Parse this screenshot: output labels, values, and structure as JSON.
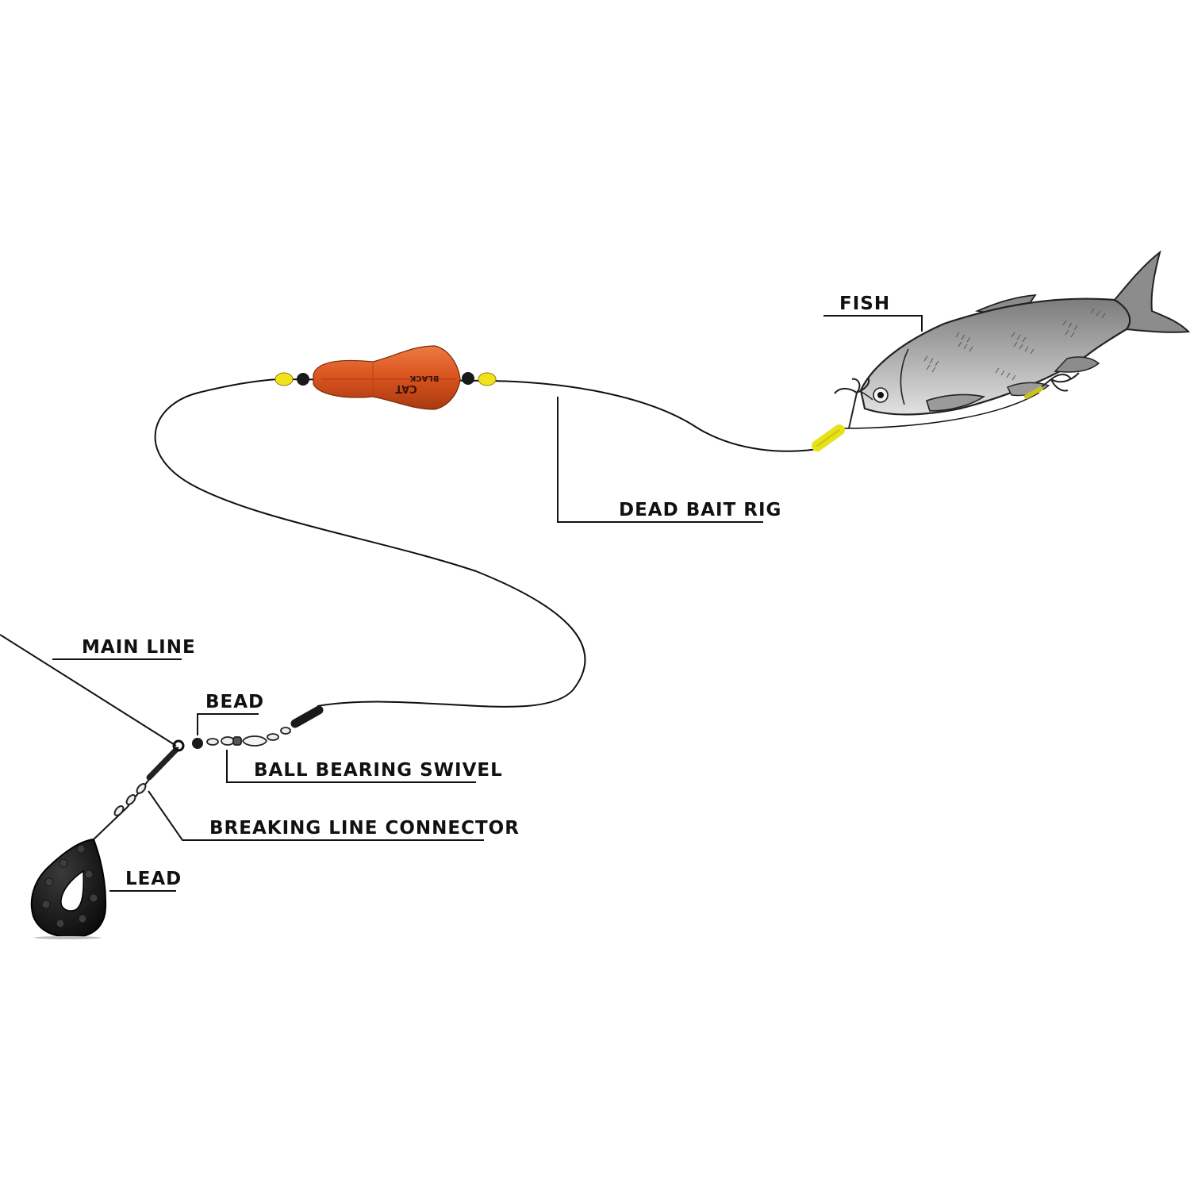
{
  "labels": {
    "fish": "FISH",
    "dead_bait_rig": "DEAD BAIT RIG",
    "main_line": "MAIN LINE",
    "bead": "BEAD",
    "ball_bearing_swivel": "BALL BEARING SWIVEL",
    "breaking_line_connector": "BREAKING LINE CONNECTOR",
    "lead": "LEAD"
  },
  "float_logo": {
    "line1": "BLACK",
    "line2": "CAT"
  },
  "colors": {
    "background": "#ffffff",
    "line": "#111111",
    "float": "#d9531e",
    "float_shade": "#a83a10",
    "bead_yellow": "#f2e21c",
    "bead_black": "#1a1a1a",
    "fish_body": "#9a9a9a",
    "fish_belly": "#d6d6d6",
    "lead": "#1c1c1c"
  }
}
